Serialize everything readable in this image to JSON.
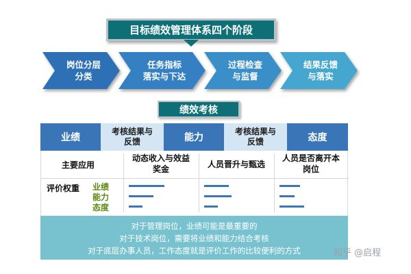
{
  "title": "目标绩效管理体系四个阶段",
  "stages": [
    {
      "label": "岗位分层\n分类",
      "color": "#2f6fb5"
    },
    {
      "label": "任务指标\n落实与下达",
      "color": "#3580c3"
    },
    {
      "label": "过程检查\n与监督",
      "color": "#3a8fc9"
    },
    {
      "label": "结果反馈\n与落实",
      "color": "#44a6cf"
    }
  ],
  "performance_section": {
    "title": "绩效考核",
    "header": [
      "业绩",
      "考核结果与\n反馈",
      "能力",
      "考核结果与\n反馈",
      "态度"
    ],
    "main_application": {
      "label": "主要应用",
      "values": [
        "动态收入与效益\n奖金",
        "人员晋升与甄选",
        "人员是否离开本\n岗位"
      ]
    },
    "weights": {
      "label": "评价权重",
      "items": [
        "业绩",
        "能力",
        "态度"
      ]
    }
  },
  "note_lines": [
    "对于管理岗位，业绩可能是最重要的",
    "对于技术岗位，需要将业绩和能力结合考核",
    "对于底层办事人员，工作态度就是评价工作的比较便利的方式"
  ],
  "watermark": "知乎 @启程",
  "colors": {
    "teal": "#0e6f77",
    "blue": "#3a76b7",
    "light_blue": "#d4e5f3",
    "note_bg": "#78c2cf",
    "green_text": "#5c8a12"
  }
}
